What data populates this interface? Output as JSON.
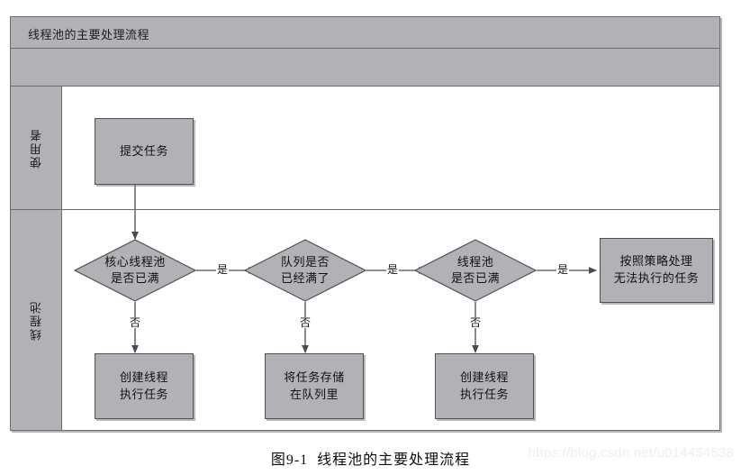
{
  "diagram": {
    "title": "线程池的主要处理流程",
    "colors": {
      "node_fill": "#b2b2b6",
      "node_border": "#4f4f54",
      "frame_border": "#6e6e72",
      "canvas": "#ffffff",
      "text": "#111111",
      "watermark": "#eceef0"
    },
    "lanes": [
      {
        "id": "user",
        "label": "使用者"
      },
      {
        "id": "pool",
        "label": "线程池"
      }
    ],
    "nodes": [
      {
        "id": "submit-task",
        "shape": "box",
        "lane": "user",
        "lines": [
          "提交任务"
        ]
      },
      {
        "id": "core-pool-full",
        "shape": "diamond",
        "lane": "pool",
        "lines": [
          "核心线程池",
          "是否已满"
        ]
      },
      {
        "id": "queue-full",
        "shape": "diamond",
        "lane": "pool",
        "lines": [
          "队列是否",
          "已经满了"
        ]
      },
      {
        "id": "thread-pool-full",
        "shape": "diamond",
        "lane": "pool",
        "lines": [
          "线程池",
          "是否已满"
        ]
      },
      {
        "id": "reject-policy",
        "shape": "box",
        "lane": "pool",
        "lines": [
          "按照策略处理",
          "无法执行的任务"
        ]
      },
      {
        "id": "create-thread-1",
        "shape": "box",
        "lane": "pool",
        "lines": [
          "创建线程",
          "执行任务"
        ]
      },
      {
        "id": "store-in-queue",
        "shape": "box",
        "lane": "pool",
        "lines": [
          "将任务存储",
          "在队列里"
        ]
      },
      {
        "id": "create-thread-2",
        "shape": "box",
        "lane": "pool",
        "lines": [
          "创建线程",
          "执行任务"
        ]
      }
    ],
    "edges": [
      {
        "id": "e1",
        "from": "submit-task",
        "to": "core-pool-full",
        "label": ""
      },
      {
        "id": "e2",
        "from": "core-pool-full",
        "to": "queue-full",
        "label": "是"
      },
      {
        "id": "e3",
        "from": "queue-full",
        "to": "thread-pool-full",
        "label": "是"
      },
      {
        "id": "e4",
        "from": "thread-pool-full",
        "to": "reject-policy",
        "label": "是"
      },
      {
        "id": "e5",
        "from": "core-pool-full",
        "to": "create-thread-1",
        "label": "否"
      },
      {
        "id": "e6",
        "from": "queue-full",
        "to": "store-in-queue",
        "label": "否"
      },
      {
        "id": "e7",
        "from": "thread-pool-full",
        "to": "create-thread-2",
        "label": "否"
      }
    ]
  },
  "caption": {
    "number": "图9-1",
    "text": "线程池的主要处理流程"
  },
  "watermark": {
    "text": "https://blog.csdn.net/u014454538"
  }
}
